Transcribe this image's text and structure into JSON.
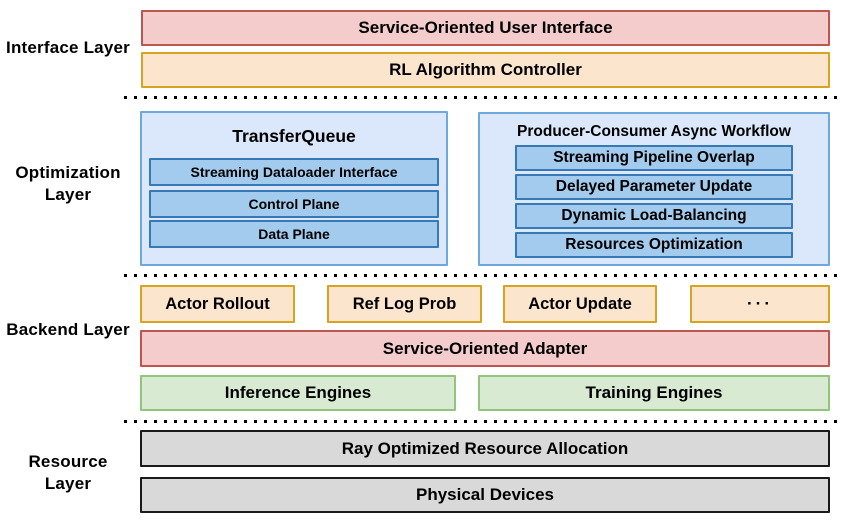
{
  "layers": {
    "interface": {
      "label": "Interface Layer"
    },
    "optimization": {
      "label": "Optimization Layer"
    },
    "backend": {
      "label": "Backend Layer"
    },
    "resource": {
      "label": "Resource Layer"
    }
  },
  "interface": {
    "user_interface": "Service-Oriented User Interface",
    "rl_controller": "RL Algorithm Controller"
  },
  "optimization": {
    "transfer_queue": {
      "title": "TransferQueue",
      "items": [
        "Streaming Dataloader Interface",
        "Control Plane",
        "Data Plane"
      ]
    },
    "producer_consumer": {
      "title": "Producer-Consumer Async Workflow",
      "items": [
        "Streaming Pipeline Overlap",
        "Delayed Parameter Update",
        "Dynamic Load-Balancing",
        "Resources Optimization"
      ]
    }
  },
  "backend": {
    "services": [
      "Actor Rollout",
      "Ref Log Prob",
      "Actor Update",
      "···"
    ],
    "adapter": "Service-Oriented Adapter",
    "engines": [
      "Inference Engines",
      "Training Engines"
    ]
  },
  "resource": {
    "ray_allocation": "Ray Optimized Resource Allocation",
    "physical_devices": "Physical Devices"
  },
  "palette": {
    "red_fill": "#f5cccc",
    "red_border": "#bd5551",
    "orange_fill": "#fce5cd",
    "orange_border": "#d6a322",
    "panel_fill": "#dbe8fb",
    "panel_border": "#6fa8dc",
    "inner_fill": "#a2cbed",
    "inner_border": "#3779b5",
    "green_fill": "#d9ead3",
    "green_border": "#93c47d",
    "gray_fill": "#d9d9d9",
    "gray_border": "#1a1a1a"
  }
}
